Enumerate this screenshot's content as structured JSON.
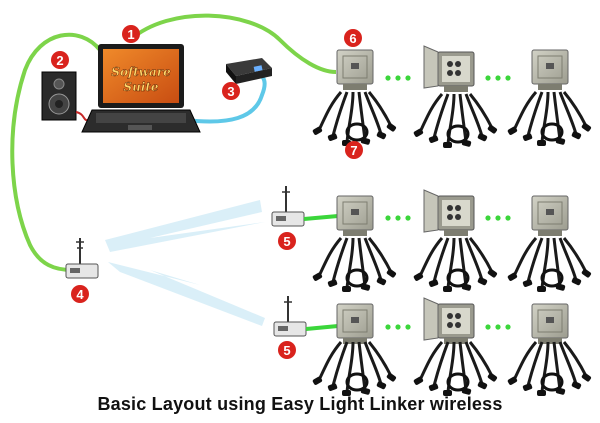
{
  "caption": "Basic Layout using Easy Light Linker wireless",
  "laptop_screen": {
    "line1": "Software",
    "line2": "Suite"
  },
  "markers": {
    "laptop": "1",
    "speaker": "2",
    "usb_interface": "3",
    "wireless_transmitter": "4",
    "receiver_row2": "5",
    "receiver_row3": "5",
    "controller_box": "6",
    "light_cords": "7"
  },
  "colors": {
    "cable_green": "#7dd44a",
    "cable_blue": "#5ec8e8",
    "marker_red": "#d9231d",
    "box_gray": "#b7b7aa",
    "dots_green": "#3bd63b"
  },
  "icons": [
    "laptop-icon",
    "speaker-icon",
    "usb-interface-icon",
    "transmitter-icon",
    "receiver-icon",
    "controller-box-icon",
    "open-controller-box-icon"
  ]
}
